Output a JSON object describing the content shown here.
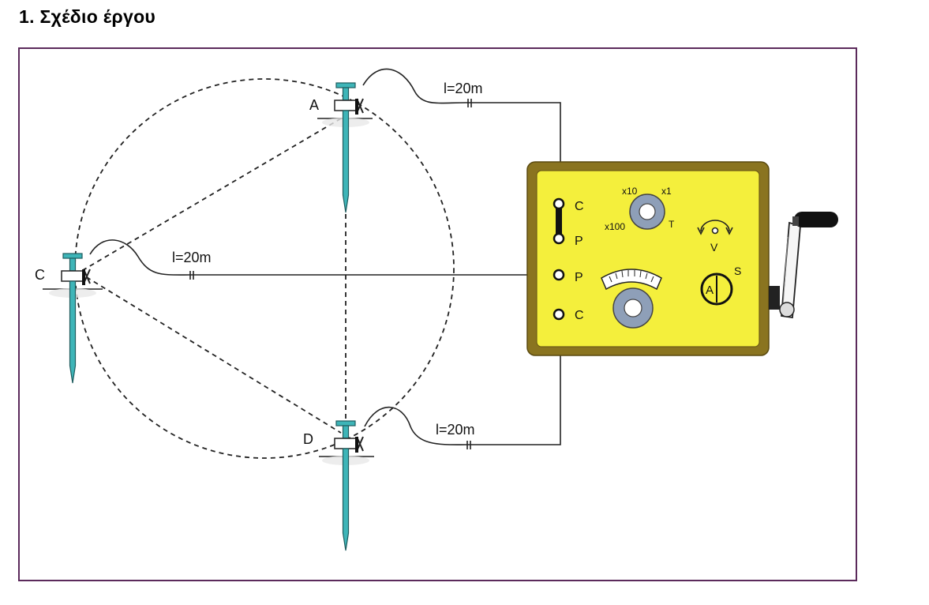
{
  "page": {
    "title": "1. Σχέδιο έργου"
  },
  "diagram": {
    "electrodes": [
      {
        "id": "A",
        "label": "A"
      },
      {
        "id": "C",
        "label": "C"
      },
      {
        "id": "D",
        "label": "D"
      }
    ],
    "cables": [
      {
        "id": "cable-a",
        "length_label": "l=20m"
      },
      {
        "id": "cable-c",
        "length_label": "l=20m"
      },
      {
        "id": "cable-d",
        "length_label": "l=20m"
      }
    ],
    "meter": {
      "terminals": [
        "C",
        "P",
        "P",
        "C"
      ],
      "range_labels": [
        "x10",
        "x1",
        "x100",
        "T"
      ],
      "voltage_label": "V",
      "ammeter_label": "A",
      "switch_label": "S"
    },
    "colors": {
      "frame": "#5b2a5b",
      "meter_body": "#f4ef3c",
      "meter_border": "#7a6418",
      "electrode": "#3eb5b8",
      "knob": "#8e9fb8"
    }
  }
}
